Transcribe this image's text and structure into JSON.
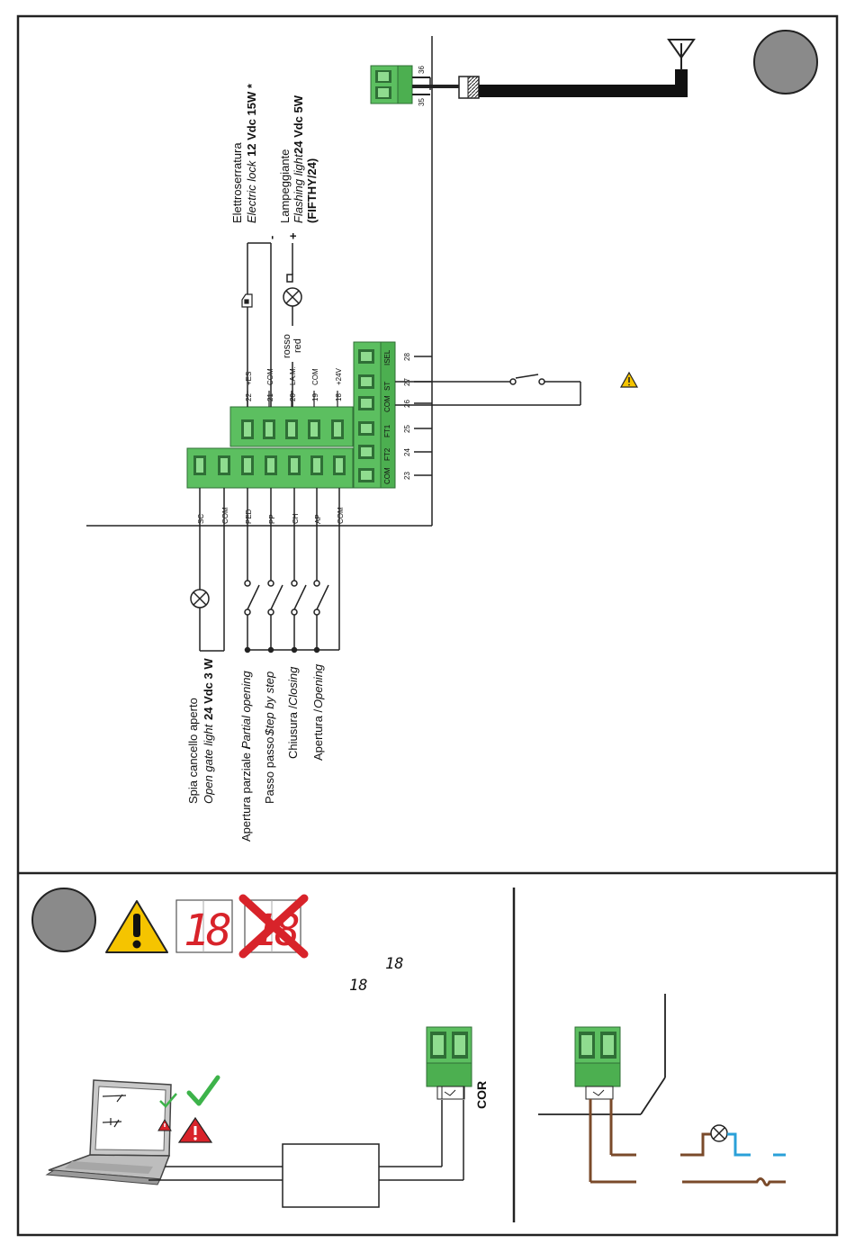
{
  "colors": {
    "terminal_green": "#5cbf60",
    "terminal_dark": "#2f6f36",
    "badge_gray": "#8a8a8a",
    "warning_yellow": "#f5c400",
    "display_red": "#d8232a",
    "check_green": "#3db34a",
    "wire_brown": "#7a4a2a",
    "wire_blue": "#2aa0d8"
  },
  "antenna": {
    "terminal_top": "36",
    "terminal_bottom": "35"
  },
  "terminals_top": [
    {
      "num": "22",
      "name": "+ES"
    },
    {
      "num": "21",
      "name": "COM"
    },
    {
      "num": "20",
      "name": "LA.M."
    },
    {
      "num": "19",
      "name": "COM"
    },
    {
      "num": "18",
      "name": "+24V"
    }
  ],
  "terminals_bottom": [
    "SC",
    "COM",
    "PED",
    "PP",
    "CH",
    "AP",
    "COM"
  ],
  "terminals_right": [
    {
      "num": "28",
      "name": "ISEL"
    },
    {
      "num": "27",
      "name": "ST"
    },
    {
      "num": "26",
      "name": "COM"
    },
    {
      "num": "25",
      "name": "FT1"
    },
    {
      "num": "24",
      "name": "FT2"
    },
    {
      "num": "23",
      "name": "COM"
    }
  ],
  "labels": {
    "lock_it": "Elettroserratura",
    "lock_en": "Electric lock",
    "lock_spec": "12 Vdc 15W *",
    "flash_it": "Lampeggiante",
    "flash_en": "Flashing light",
    "flash_spec": "24 Vdc 5W",
    "flash_model": "(FIFTHY/24)",
    "minus": "-",
    "plus": "+",
    "red_it": "rosso",
    "red_en": "red",
    "spia_it": "Spia cancello aperto",
    "spia_en": "Open gate light",
    "spia_spec": "24 Vdc 3 W",
    "ped_it": "Apertura parziale /",
    "ped_en": "Partial opening",
    "pp_it": "Passo passo /",
    "pp_en": "Step by step",
    "ch_it": "Chiusura /",
    "ch_en": "Closing",
    "ap_it": "Apertura /",
    "ap_en": "Opening",
    "cor": "COR",
    "display_left": "18",
    "display_right": "18",
    "small_18_a": "18",
    "small_18_b": "18"
  }
}
